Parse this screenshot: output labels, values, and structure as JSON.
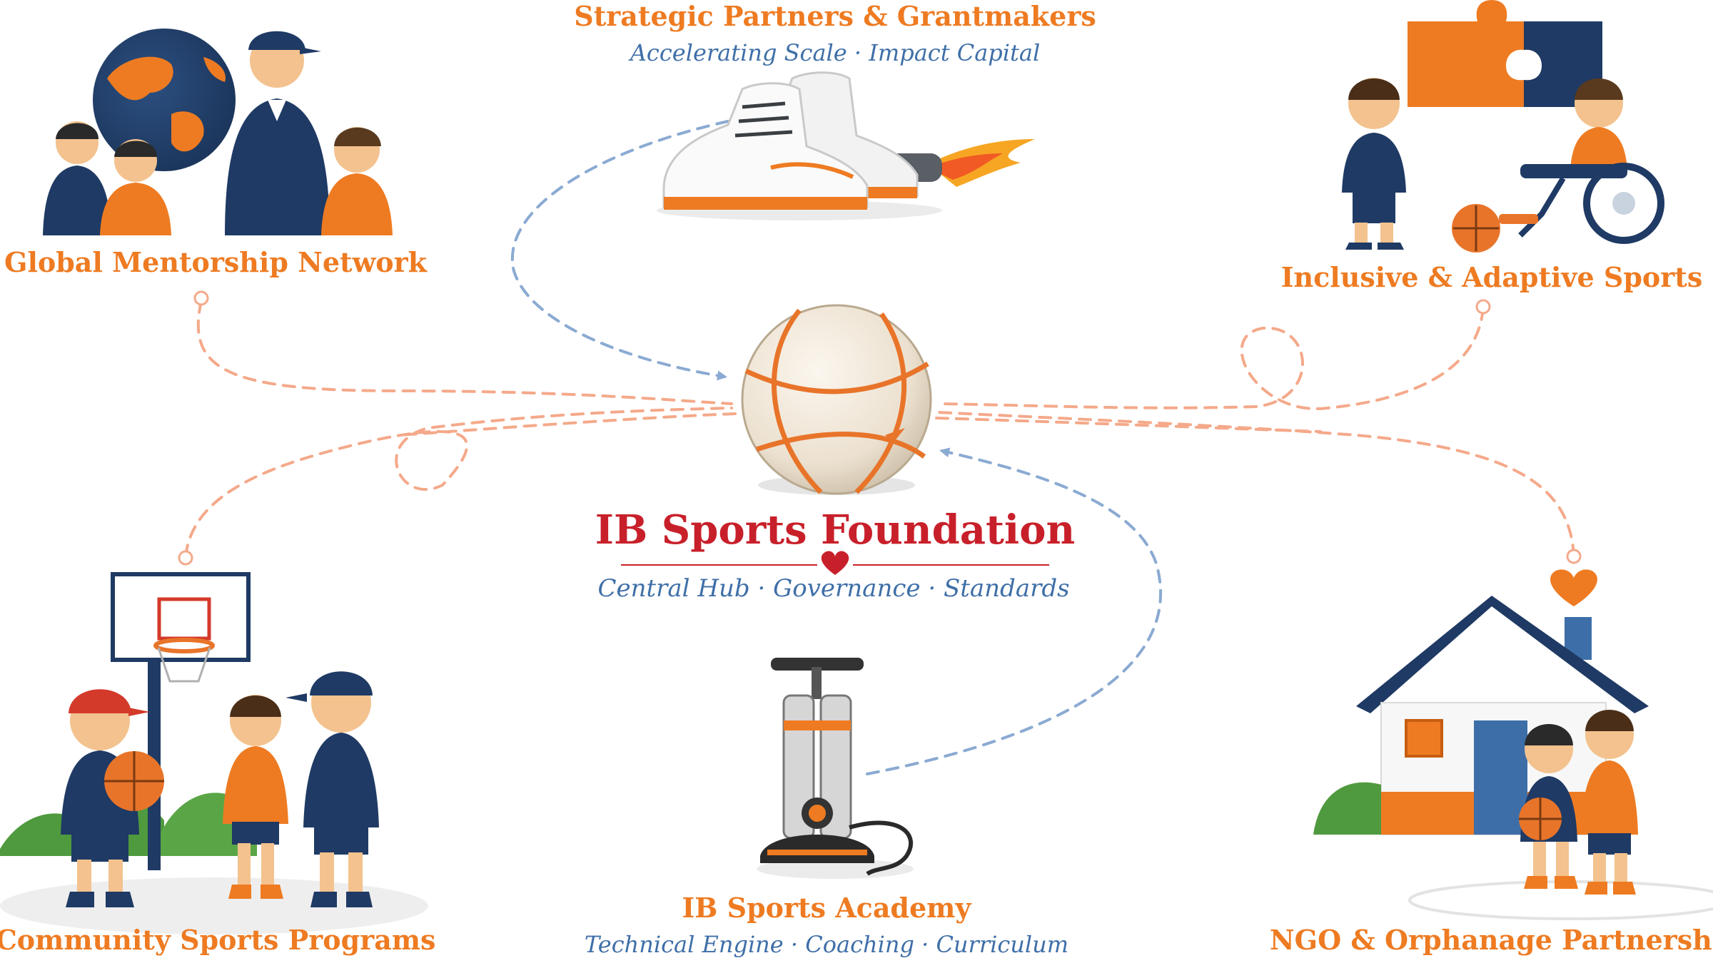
{
  "hub": {
    "title": "IB Sports Foundation",
    "subtitle": "Central Hub · Governance · Standards",
    "icon": "basketball-icon"
  },
  "nodes": {
    "partners": {
      "title": "Strategic Partners & Grantmakers",
      "subtitle": "Accelerating Scale · Impact Capital",
      "icon": "rocket-sneakers-icon"
    },
    "mentorship": {
      "title": "Global Mentorship Network",
      "icon": "globe-mentor-icon"
    },
    "inclusive": {
      "title": "Inclusive & Adaptive Sports",
      "icon": "puzzle-wheelchair-icon"
    },
    "community": {
      "title": "Community Sports Programs",
      "icon": "basketball-hoop-kids-icon"
    },
    "academy": {
      "title": "IB Sports Academy",
      "subtitle": "Technical Engine · Coaching · Curriculum",
      "icon": "air-pump-icon"
    },
    "ngo": {
      "title": "NGO & Orphanage Partnerships",
      "icon": "house-heart-icon"
    }
  },
  "colors": {
    "orange": "#ee7b22",
    "navy": "#1f3a64",
    "red": "#c8202a",
    "blue_connector": "#8aaad2",
    "orange_connector": "#f4a98a"
  }
}
